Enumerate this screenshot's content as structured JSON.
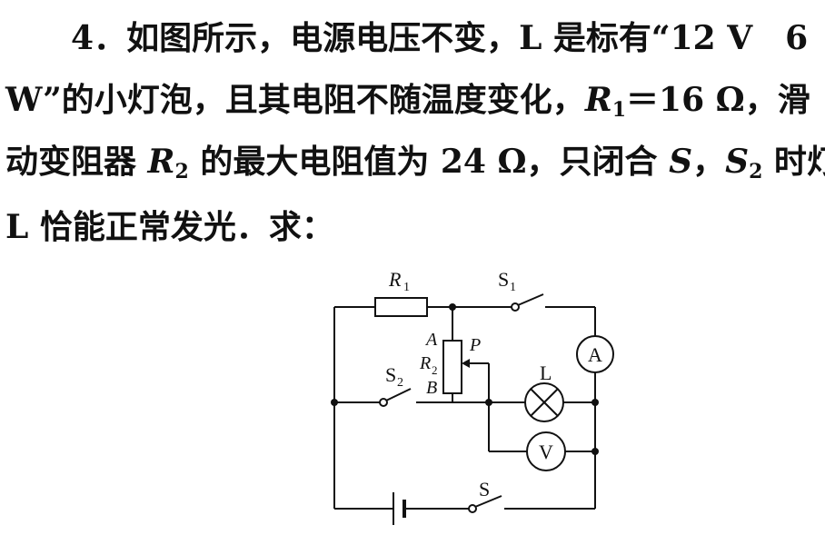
{
  "problem": {
    "number": "4",
    "line1": "．如图所示，电源电压不变，L 是标有“12 V　6",
    "line2_a": "W”的小灯泡，且其电阻不随温度变化，",
    "line2_r": "R",
    "line2_sub": "1",
    "line2_b": "＝16 Ω，滑",
    "line3_a": "动变阻器 ",
    "line3_r": "R",
    "line3_sub": "2",
    "line3_b": " 的最大电阻值为 24 Ω，只闭合 ",
    "line3_s": "S",
    "line3_c": "，",
    "line3_s2": "S",
    "line3_s2sub": "2",
    "line3_d": " 时灯",
    "line4": "L 恰能正常发光．求："
  },
  "circuit": {
    "r1_label": "R",
    "r1_sub": "1",
    "s1_label": "S",
    "s1_sub": "1",
    "s2_label": "S",
    "s2_sub": "2",
    "a_label": "A",
    "p_label": "P",
    "r2_label": "R",
    "r2_sub": "2",
    "b_label": "B",
    "lamp_label": "L",
    "ammeter_symbol": "A",
    "voltmeter_symbol": "V",
    "s_label": "S"
  }
}
